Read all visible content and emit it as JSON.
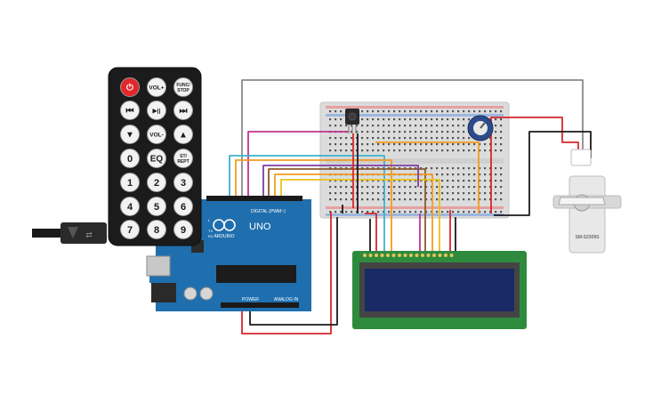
{
  "remote": {
    "buttons": [
      {
        "id": "power",
        "label": "⏻"
      },
      {
        "id": "vol-up",
        "label": "VOL+"
      },
      {
        "id": "func-stop",
        "label": "FUNC/\nSTOP"
      },
      {
        "id": "rewind",
        "label": "⏮"
      },
      {
        "id": "play-pause",
        "label": "▶||"
      },
      {
        "id": "forward",
        "label": "⏭"
      },
      {
        "id": "down",
        "label": "▼"
      },
      {
        "id": "vol-down",
        "label": "VOL-"
      },
      {
        "id": "up",
        "label": "▲"
      },
      {
        "id": "zero",
        "label": "0"
      },
      {
        "id": "eq",
        "label": "EQ"
      },
      {
        "id": "st-rept",
        "label": "ST/\nREPT"
      },
      {
        "id": "one",
        "label": "1"
      },
      {
        "id": "two",
        "label": "2"
      },
      {
        "id": "three",
        "label": "3"
      },
      {
        "id": "four",
        "label": "4"
      },
      {
        "id": "five",
        "label": "5"
      },
      {
        "id": "six",
        "label": "6"
      },
      {
        "id": "seven",
        "label": "7"
      },
      {
        "id": "eight",
        "label": "8"
      },
      {
        "id": "nine",
        "label": "9"
      }
    ]
  },
  "arduino": {
    "brand": "ARDUINO",
    "model": "UNO",
    "digital_label": "DIGITAL (PWM~)",
    "power_label": "POWER",
    "analog_label": "ANALOG IN",
    "led_labels": [
      "L",
      "TX",
      "RX"
    ]
  },
  "servo": {
    "label": "SM-S2309S"
  },
  "colors": {
    "board": "#1f6fae",
    "lcd_pcb": "#2e8b3e",
    "lcd_screen": "#1a2a66",
    "remote": "#1b1b1b",
    "power_button": "#e0282b",
    "wire_red": "#d8262b",
    "wire_black": "#1a1a1a",
    "wire_gray": "#8a8a8a",
    "wire_magenta": "#c2328f",
    "wire_cyan": "#3fb3c8",
    "wire_orange": "#f39c1f",
    "wire_yellow": "#e6c21a",
    "wire_brown": "#8b5a2b",
    "wire_purple": "#7b3fa0"
  }
}
